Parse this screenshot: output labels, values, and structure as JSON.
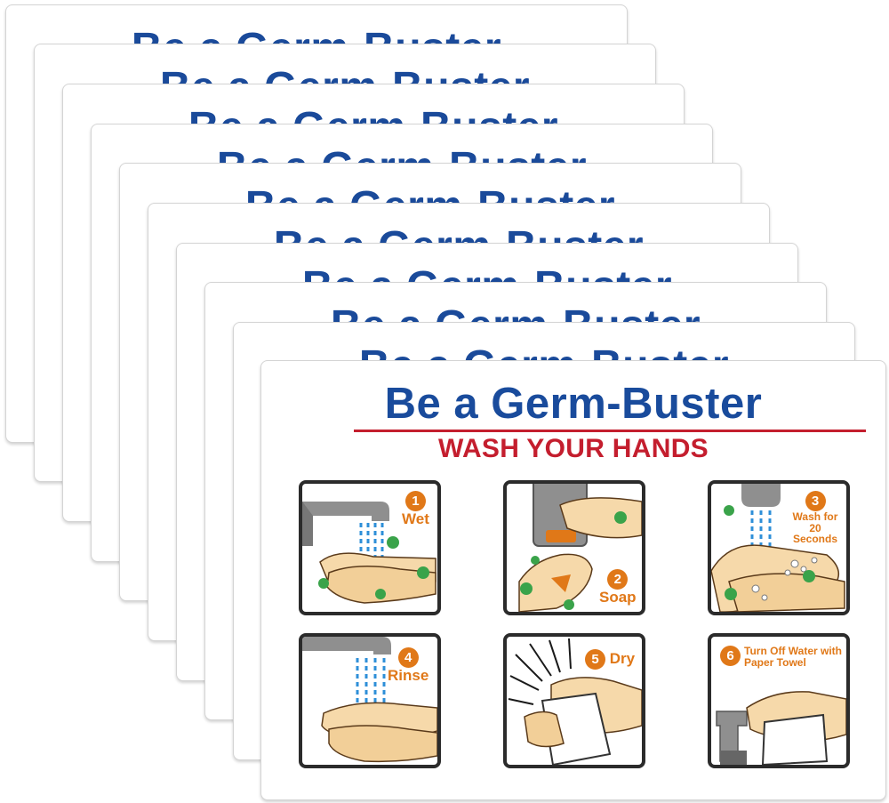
{
  "sign": {
    "title": "Be a Germ-Buster",
    "subtitle": "WASH YOUR HANDS",
    "steps": [
      {
        "number": "1",
        "label": "Wet"
      },
      {
        "number": "2",
        "label": "Soap"
      },
      {
        "number": "3",
        "label": "Wash for 20 Seconds"
      },
      {
        "number": "4",
        "label": "Rinse"
      },
      {
        "number": "5",
        "label": "Dry"
      },
      {
        "number": "6",
        "label": "Turn Off Water with Paper Towel"
      }
    ]
  },
  "colors": {
    "title_blue": "#194b9c",
    "accent_red": "#c41e2e",
    "step_orange": "#e07818",
    "water_blue": "#2e8fd8",
    "germ_green": "#3aa34a",
    "skin": "#f6d9aa"
  }
}
